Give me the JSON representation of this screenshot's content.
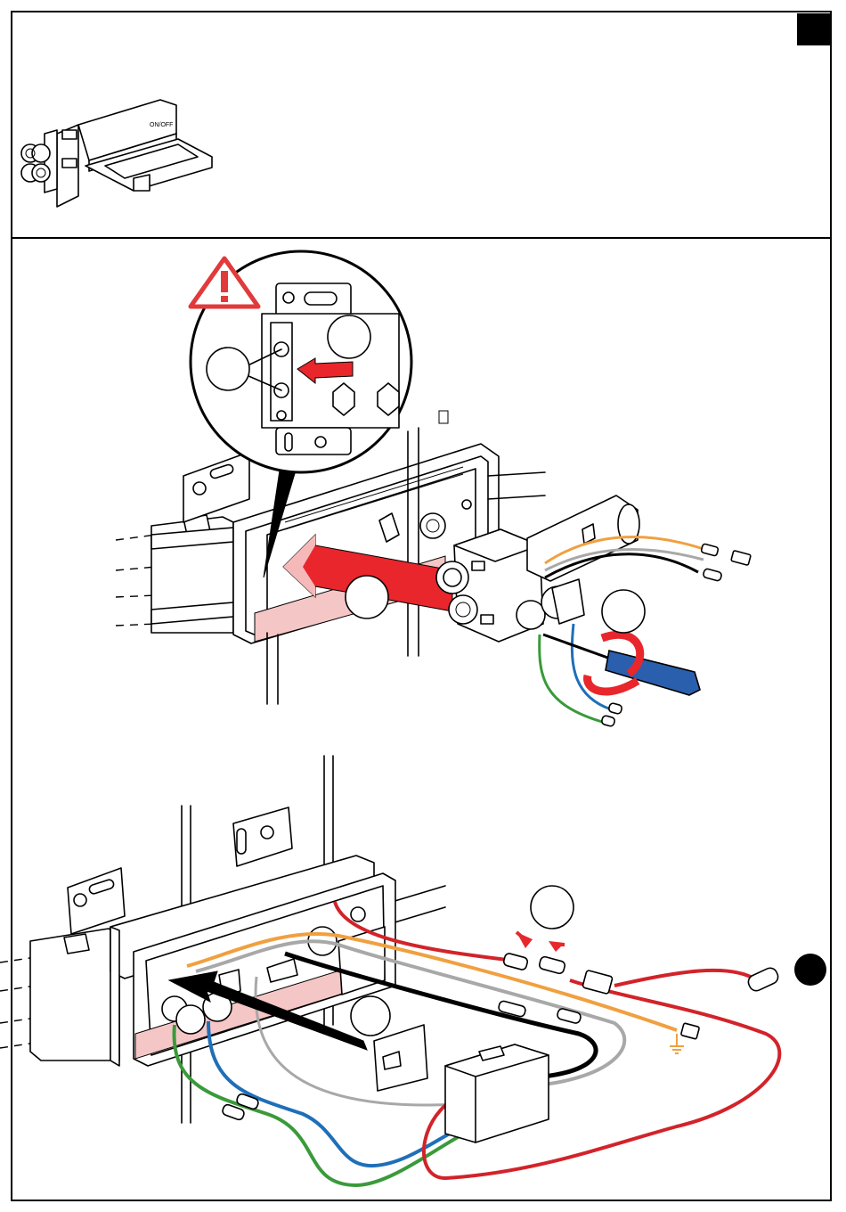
{
  "page": {
    "step_square_label": "",
    "small_box_label": ""
  },
  "top_panel": {
    "module_label": "ON/OFF"
  },
  "callouts": [
    {
      "id": "a",
      "label": ""
    },
    {
      "id": "b",
      "label": ""
    },
    {
      "id": "c",
      "label": ""
    },
    {
      "id": "d",
      "label": ""
    },
    {
      "id": "e",
      "label": ""
    },
    {
      "id": "f",
      "label": ""
    }
  ],
  "colors": {
    "frame": "#000000",
    "warning_red": "#e23a3a",
    "arrow_red": "#e8262c",
    "arrow_pink": "#f6b9b9",
    "seal_pink": "#f5c6c6",
    "wire_orange": "#f0a040",
    "wire_grey": "#a8a8a8",
    "wire_black": "#000000",
    "wire_blue": "#1e6fb8",
    "wire_green": "#3a9a3a",
    "wire_red": "#d2232a",
    "screwdriver_blue": "#2a5fae",
    "rotate_red": "#e8262c",
    "bullet_black": "#000000"
  },
  "icons": [
    "warning-triangle-icon",
    "screwdriver-icon",
    "rotation-arrow-icon",
    "ground-symbol-icon",
    "sticker-icon",
    "squeeze-arrows-icon"
  ]
}
